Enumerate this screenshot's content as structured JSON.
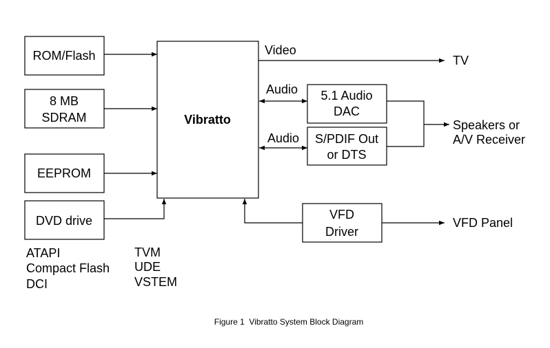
{
  "blocks": {
    "rom_flash": "ROM/Flash",
    "sdram_line1": "8 MB",
    "sdram_line2": "SDRAM",
    "eeprom": "EEPROM",
    "dvd_drive": "DVD drive",
    "vibratto": "Vibratto",
    "audio_dac_line1": "5.1 Audio",
    "audio_dac_line2": "DAC",
    "spdif_line1": "S/PDIF Out",
    "spdif_line2": "or DTS",
    "vfd_driver_line1": "VFD",
    "vfd_driver_line2": "Driver"
  },
  "signals": {
    "video": "Video",
    "audio1": "Audio",
    "audio2": "Audio"
  },
  "outputs": {
    "tv": "TV",
    "speakers_line1": "Speakers or",
    "speakers_line2": "A/V Receiver",
    "vfd_panel": "VFD Panel"
  },
  "notes": {
    "left": [
      "ATAPI",
      "Compact Flash",
      "DCI"
    ],
    "right": [
      "TVM",
      "UDE",
      "VSTEM"
    ]
  },
  "caption": "Figure 1  Vibratto System Block Diagram"
}
